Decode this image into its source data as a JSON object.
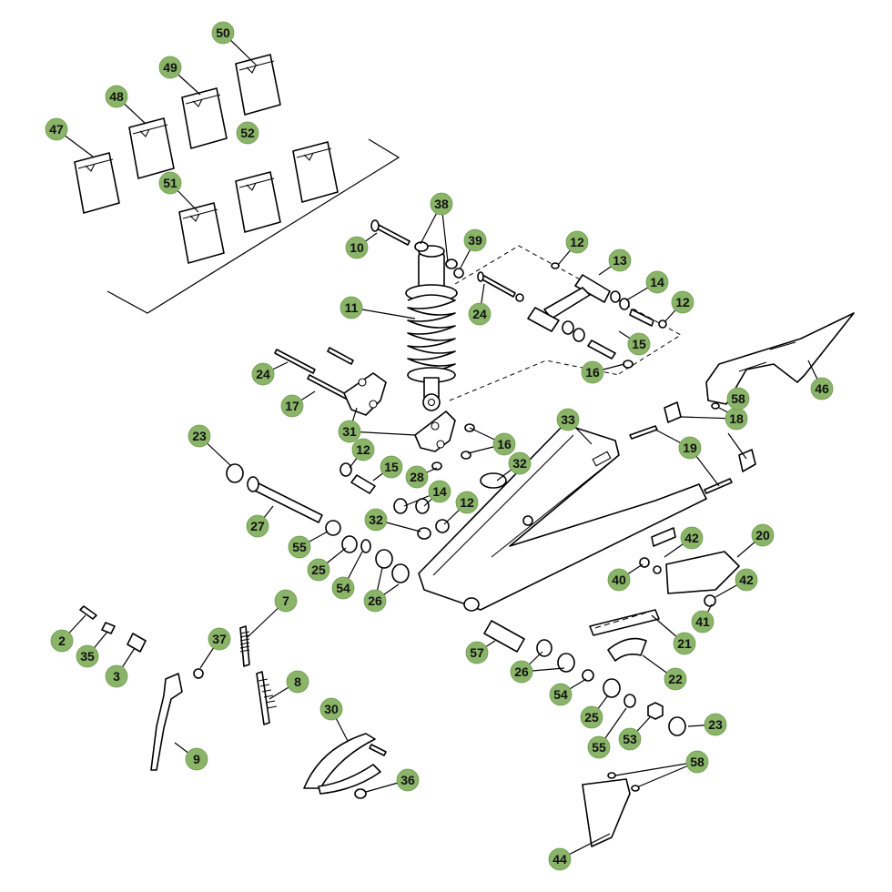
{
  "diagram": {
    "callouts": [
      "2",
      "3",
      "7",
      "8",
      "9",
      "10",
      "11",
      "12",
      "13",
      "14",
      "15",
      "16",
      "17",
      "18",
      "19",
      "20",
      "21",
      "22",
      "23",
      "24",
      "25",
      "26",
      "27",
      "28",
      "30",
      "31",
      "32",
      "33",
      "35",
      "36",
      "37",
      "38",
      "39",
      "40",
      "41",
      "42",
      "44",
      "46",
      "47",
      "48",
      "49",
      "50",
      "51",
      "52",
      "53",
      "54",
      "55",
      "57",
      "58"
    ]
  },
  "colors": {
    "badge_fill": "#8ab468",
    "line": "#000000",
    "background": "#ffffff"
  }
}
